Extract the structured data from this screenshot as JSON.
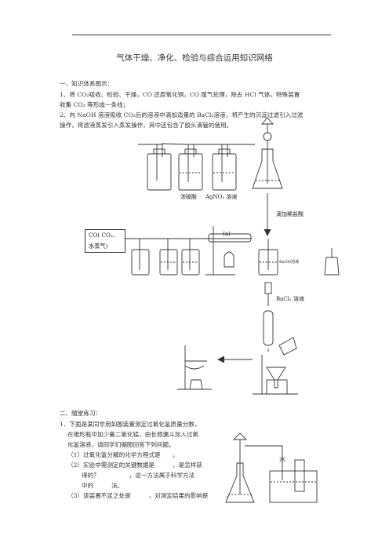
{
  "title": "气体干燥、净化、检验与综合运用知识网络",
  "section1": {
    "heading": "一、知识体系图示：",
    "item1_line1": "1、将 CO₂吸收、检验、干燥，CO 还原氧化铜，CO 尾气处理，除去 HCl 气体，特殊装置",
    "item1_line2": "收集 CO₂ 等形成一条线；",
    "item2_line1": "2、向 NaOH 溶液吸收 CO₂后的溶液中滴加适量的 BaCl₂溶液，将产生的沉淀过滤引入过滤",
    "item2_line2": "操作，将滤液蒸发引入蒸发操作，其中还包含了胶头滴管的使用。"
  },
  "diagram": {
    "label_conc_h2so4": "浓硫酸",
    "label_agno3": "AgNO₃ 溶液",
    "label_add_hcl": "滴加稀盐酸",
    "gas_box_line1": "CO( CO₂、",
    "gas_box_line2": "水蒸气)",
    "label_cuo": "(a)",
    "label_ba": "BaOH溶液",
    "label_bacl2": "BaCl₂ 溶液"
  },
  "section2": {
    "heading": "二、随堂练习：",
    "q1_line1": "1．下面是某同学用如图装置测定过氧化氢质量分数，",
    "q1_line2": "在锥形瓶中加少量二氧化锰，由长颈漏斗加入过氧",
    "q1_line3": "化氢溶液，请同学们据图回答下列问题。",
    "q1_sub1": "（1）过氧化氢分解的化学方程式是　　。",
    "q1_sub2a": "（2）实验中需测定的关键数据是　　　，是怎样获",
    "q1_sub2b": "得的？　　　　　，这一方法属于科学方法",
    "q1_sub2c": "中的　　　法。",
    "q1_sub3": "（3）该装置不足之处是　　　，对测定结果的影响是　　　。",
    "label_water": "水"
  }
}
